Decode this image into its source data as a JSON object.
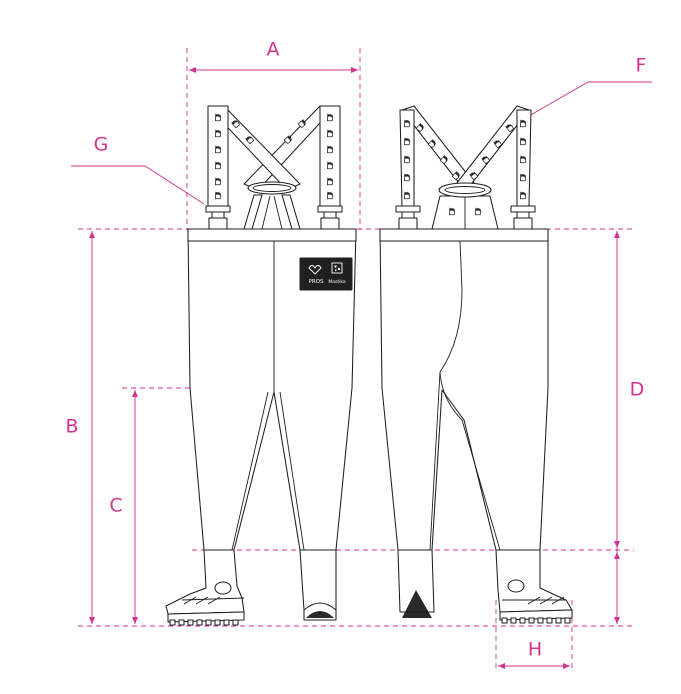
{
  "accent_color": "#d4338f",
  "line_color": "#1f1f1f",
  "icons": [
    "glove-hand-icon",
    "brand-logo-icon",
    "qr-code-icon"
  ],
  "dimension_labels": {
    "A": "A",
    "B": "B",
    "C": "C",
    "D": "D",
    "F": "F",
    "G": "G",
    "H": "H"
  },
  "brand_patch": {
    "left_text": "PROS",
    "right_text": "Mastika"
  }
}
